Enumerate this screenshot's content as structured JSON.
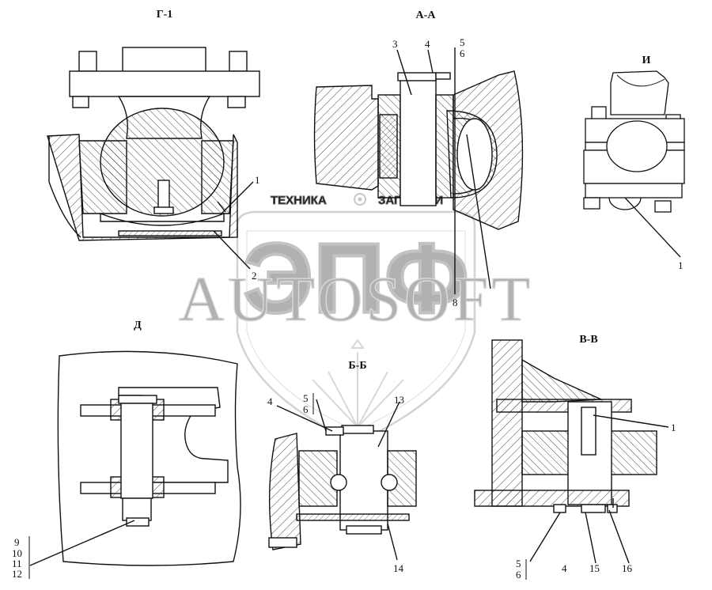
{
  "views": {
    "g1": "Г-1",
    "aa": "А-А",
    "i": "И",
    "d": "Д",
    "bb": "Б-Б",
    "vv": "В-В"
  },
  "labels": {
    "g1_1": "1",
    "g1_2": "2",
    "aa_3": "3",
    "aa_4": "4",
    "aa_5": "5",
    "aa_6": "6",
    "aa_8": "8",
    "i_1": "1",
    "d_9": "9",
    "d_10": "10",
    "d_11": "11",
    "d_12": "12",
    "bb_4": "4",
    "bb_5": "5",
    "bb_6": "6",
    "bb_13": "13",
    "bb_14": "14",
    "vv_1": "1",
    "vv_5": "5",
    "vv_6": "6",
    "vv_4": "4",
    "vv_15": "15",
    "vv_16": "16"
  },
  "watermark": {
    "left_word": "ТЕХНИКА",
    "right_word": "ЗАПЧАСТИ",
    "logo": "ЭПФ",
    "faint_text": "AUTOSOFT"
  }
}
